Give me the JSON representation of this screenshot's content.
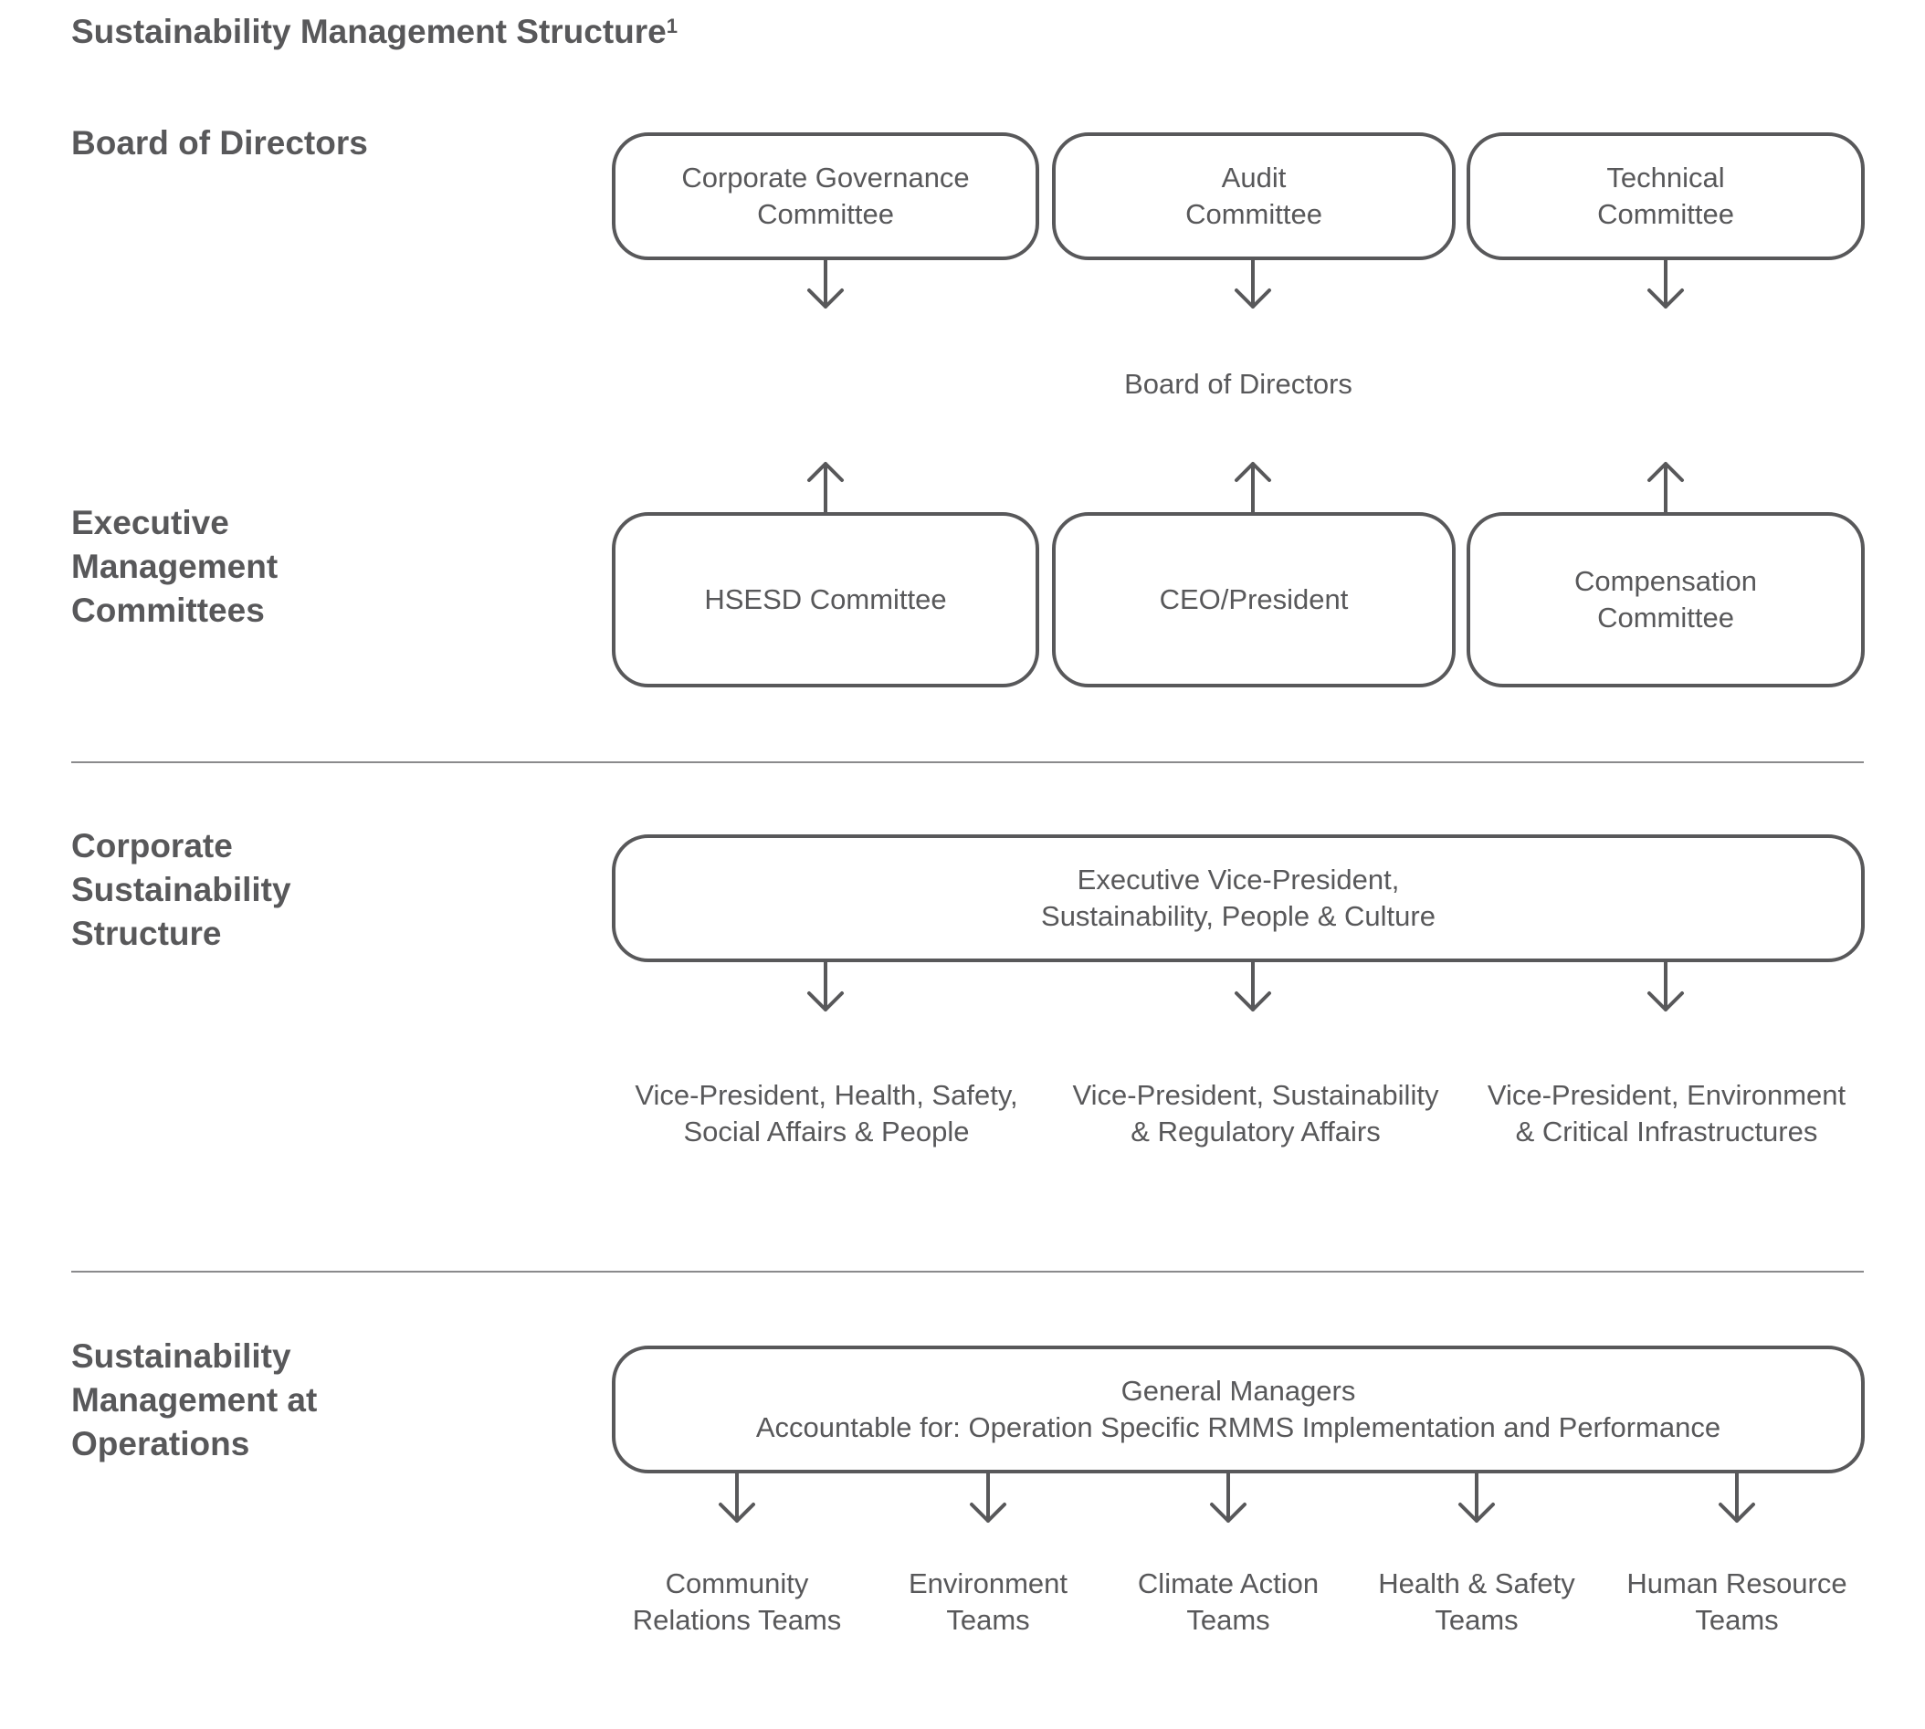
{
  "title": "Sustainability Management Structure",
  "title_footnote": "1",
  "sections": {
    "board": [
      "Board of Directors"
    ],
    "executive": [
      "Executive",
      "Management",
      "Committees"
    ],
    "corporate": [
      "Corporate",
      "Sustainability",
      "Structure"
    ],
    "operations": [
      "Sustainability",
      "Management at",
      "Operations"
    ]
  },
  "board_committees": [
    [
      "Corporate Governance",
      "Committee"
    ],
    [
      "Audit",
      "Committee"
    ],
    [
      "Technical",
      "Committee"
    ]
  ],
  "board_center_label": "Board of Directors",
  "executive_committees": [
    [
      "HSESD Committee"
    ],
    [
      "CEO/President"
    ],
    [
      "Compensation",
      "Committee"
    ]
  ],
  "evp": [
    "Executive Vice-President,",
    "Sustainability, People & Culture"
  ],
  "vice_presidents": [
    [
      "Vice-President, Health, Safety,",
      "Social Affairs & People"
    ],
    [
      "Vice-President, Sustainability",
      "& Regulatory Affairs"
    ],
    [
      "Vice-President, Environment",
      "& Critical Infrastructures"
    ]
  ],
  "general_managers": [
    "General Managers",
    "Accountable for: Operation Specific RMMS Implementation and Performance"
  ],
  "teams": [
    [
      "Community",
      "Relations Teams"
    ],
    [
      "Environment",
      "Teams"
    ],
    [
      "Climate Action",
      "Teams"
    ],
    [
      "Health & Safety",
      "Teams"
    ],
    [
      "Human Resource",
      "Teams"
    ]
  ],
  "colors": {
    "stroke": "#58585a",
    "rule": "#8a8a8c",
    "background": "#ffffff"
  }
}
